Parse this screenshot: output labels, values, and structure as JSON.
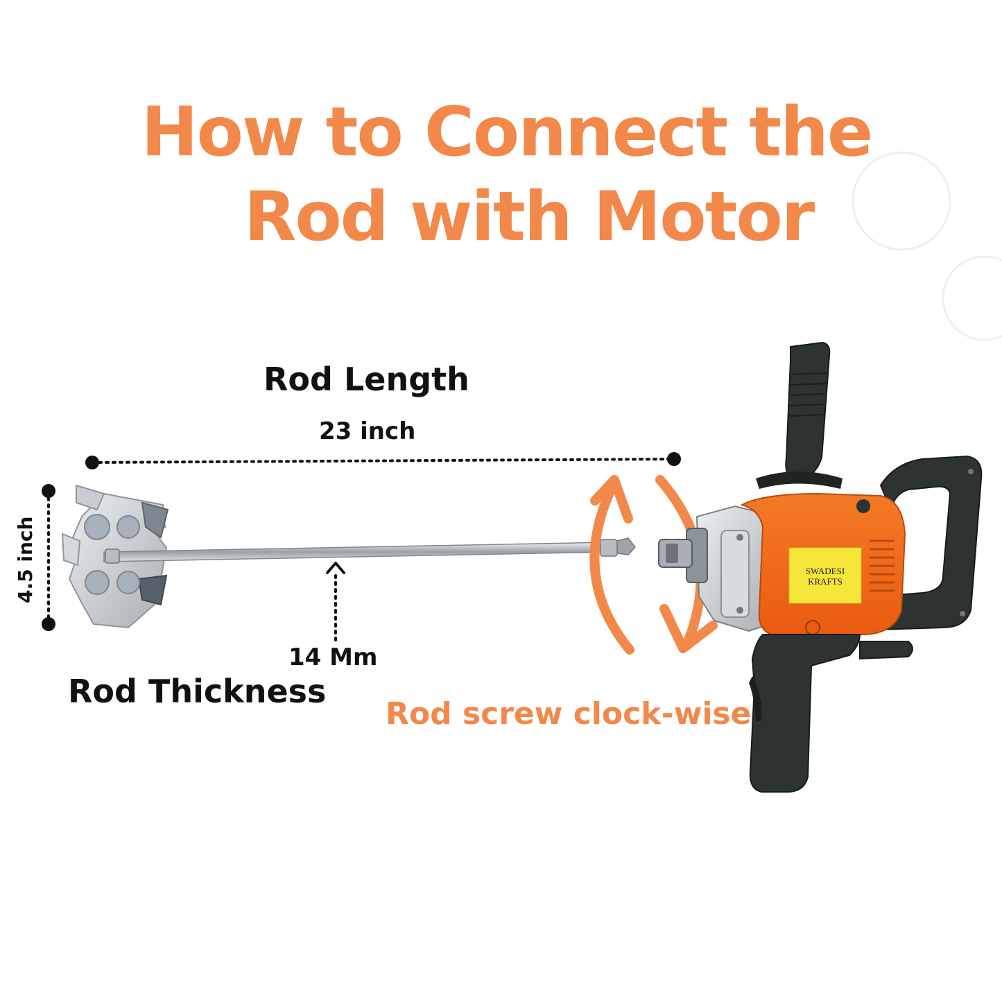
{
  "title": {
    "line1": "How to Connect the",
    "line2": "Rod with Motor"
  },
  "labels": {
    "rod_length": "Rod Length",
    "rod_length_value": "23 inch",
    "blade_diameter_value": "4.5 inch",
    "rod_thickness_value": "14 Mm",
    "rod_thickness": "Rod Thickness",
    "screw_direction": "Rod screw clock-wise"
  },
  "device": {
    "brand_line1": "SWADESI",
    "brand_line2": "KRAFTS"
  },
  "colors": {
    "accent": "#f2894a",
    "motor_body": "#f26a1b",
    "handle": "#2a302c",
    "metal": "#c9cdd1",
    "brand_plate": "#f7e63a"
  }
}
